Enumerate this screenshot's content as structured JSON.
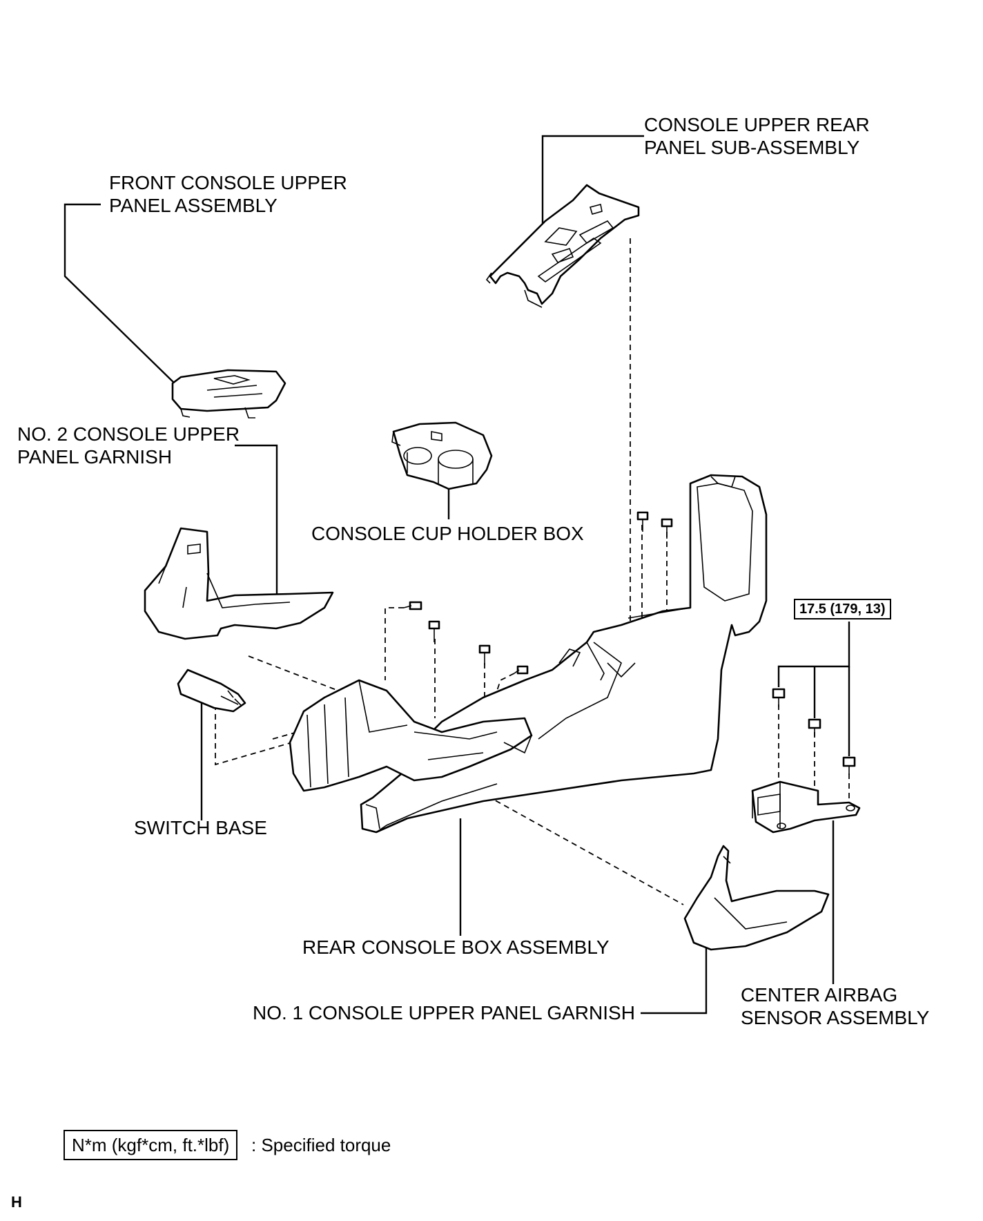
{
  "labels": {
    "console_upper_rear_1": "CONSOLE UPPER REAR",
    "console_upper_rear_2": "PANEL SUB-ASSEMBLY",
    "front_console_1": "FRONT CONSOLE UPPER",
    "front_console_2": "PANEL ASSEMBLY",
    "no2_garnish_1": "NO. 2 CONSOLE UPPER",
    "no2_garnish_2": "PANEL GARNISH",
    "cup_holder": "CONSOLE CUP HOLDER BOX",
    "switch_base": "SWITCH BASE",
    "rear_console_box": "REAR CONSOLE BOX ASSEMBLY",
    "no1_garnish": "NO. 1 CONSOLE UPPER PANEL GARNISH",
    "airbag_1": "CENTER AIRBAG",
    "airbag_2": "SENSOR ASSEMBLY"
  },
  "torque": "17.5 (179, 13)",
  "legend": {
    "unit_box": "N*m (kgf*cm, ft.*lbf)",
    "description": ": Specified torque"
  },
  "corner_mark": "H"
}
